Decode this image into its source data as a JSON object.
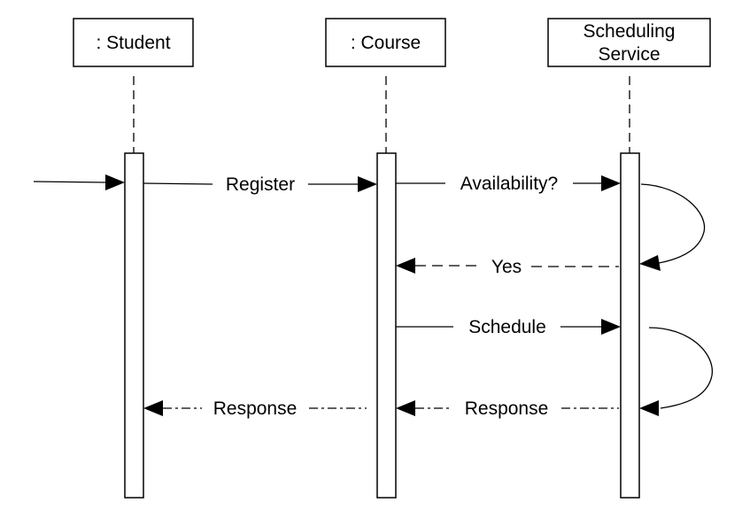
{
  "participants": {
    "student": ": Student",
    "course": ": Course",
    "scheduling_line1": "Scheduling",
    "scheduling_line2": "Service"
  },
  "messages": {
    "register": "Register",
    "availability": "Availability?",
    "yes": "Yes",
    "schedule": "Schedule",
    "response_course": "Response",
    "response_student": "Response"
  }
}
